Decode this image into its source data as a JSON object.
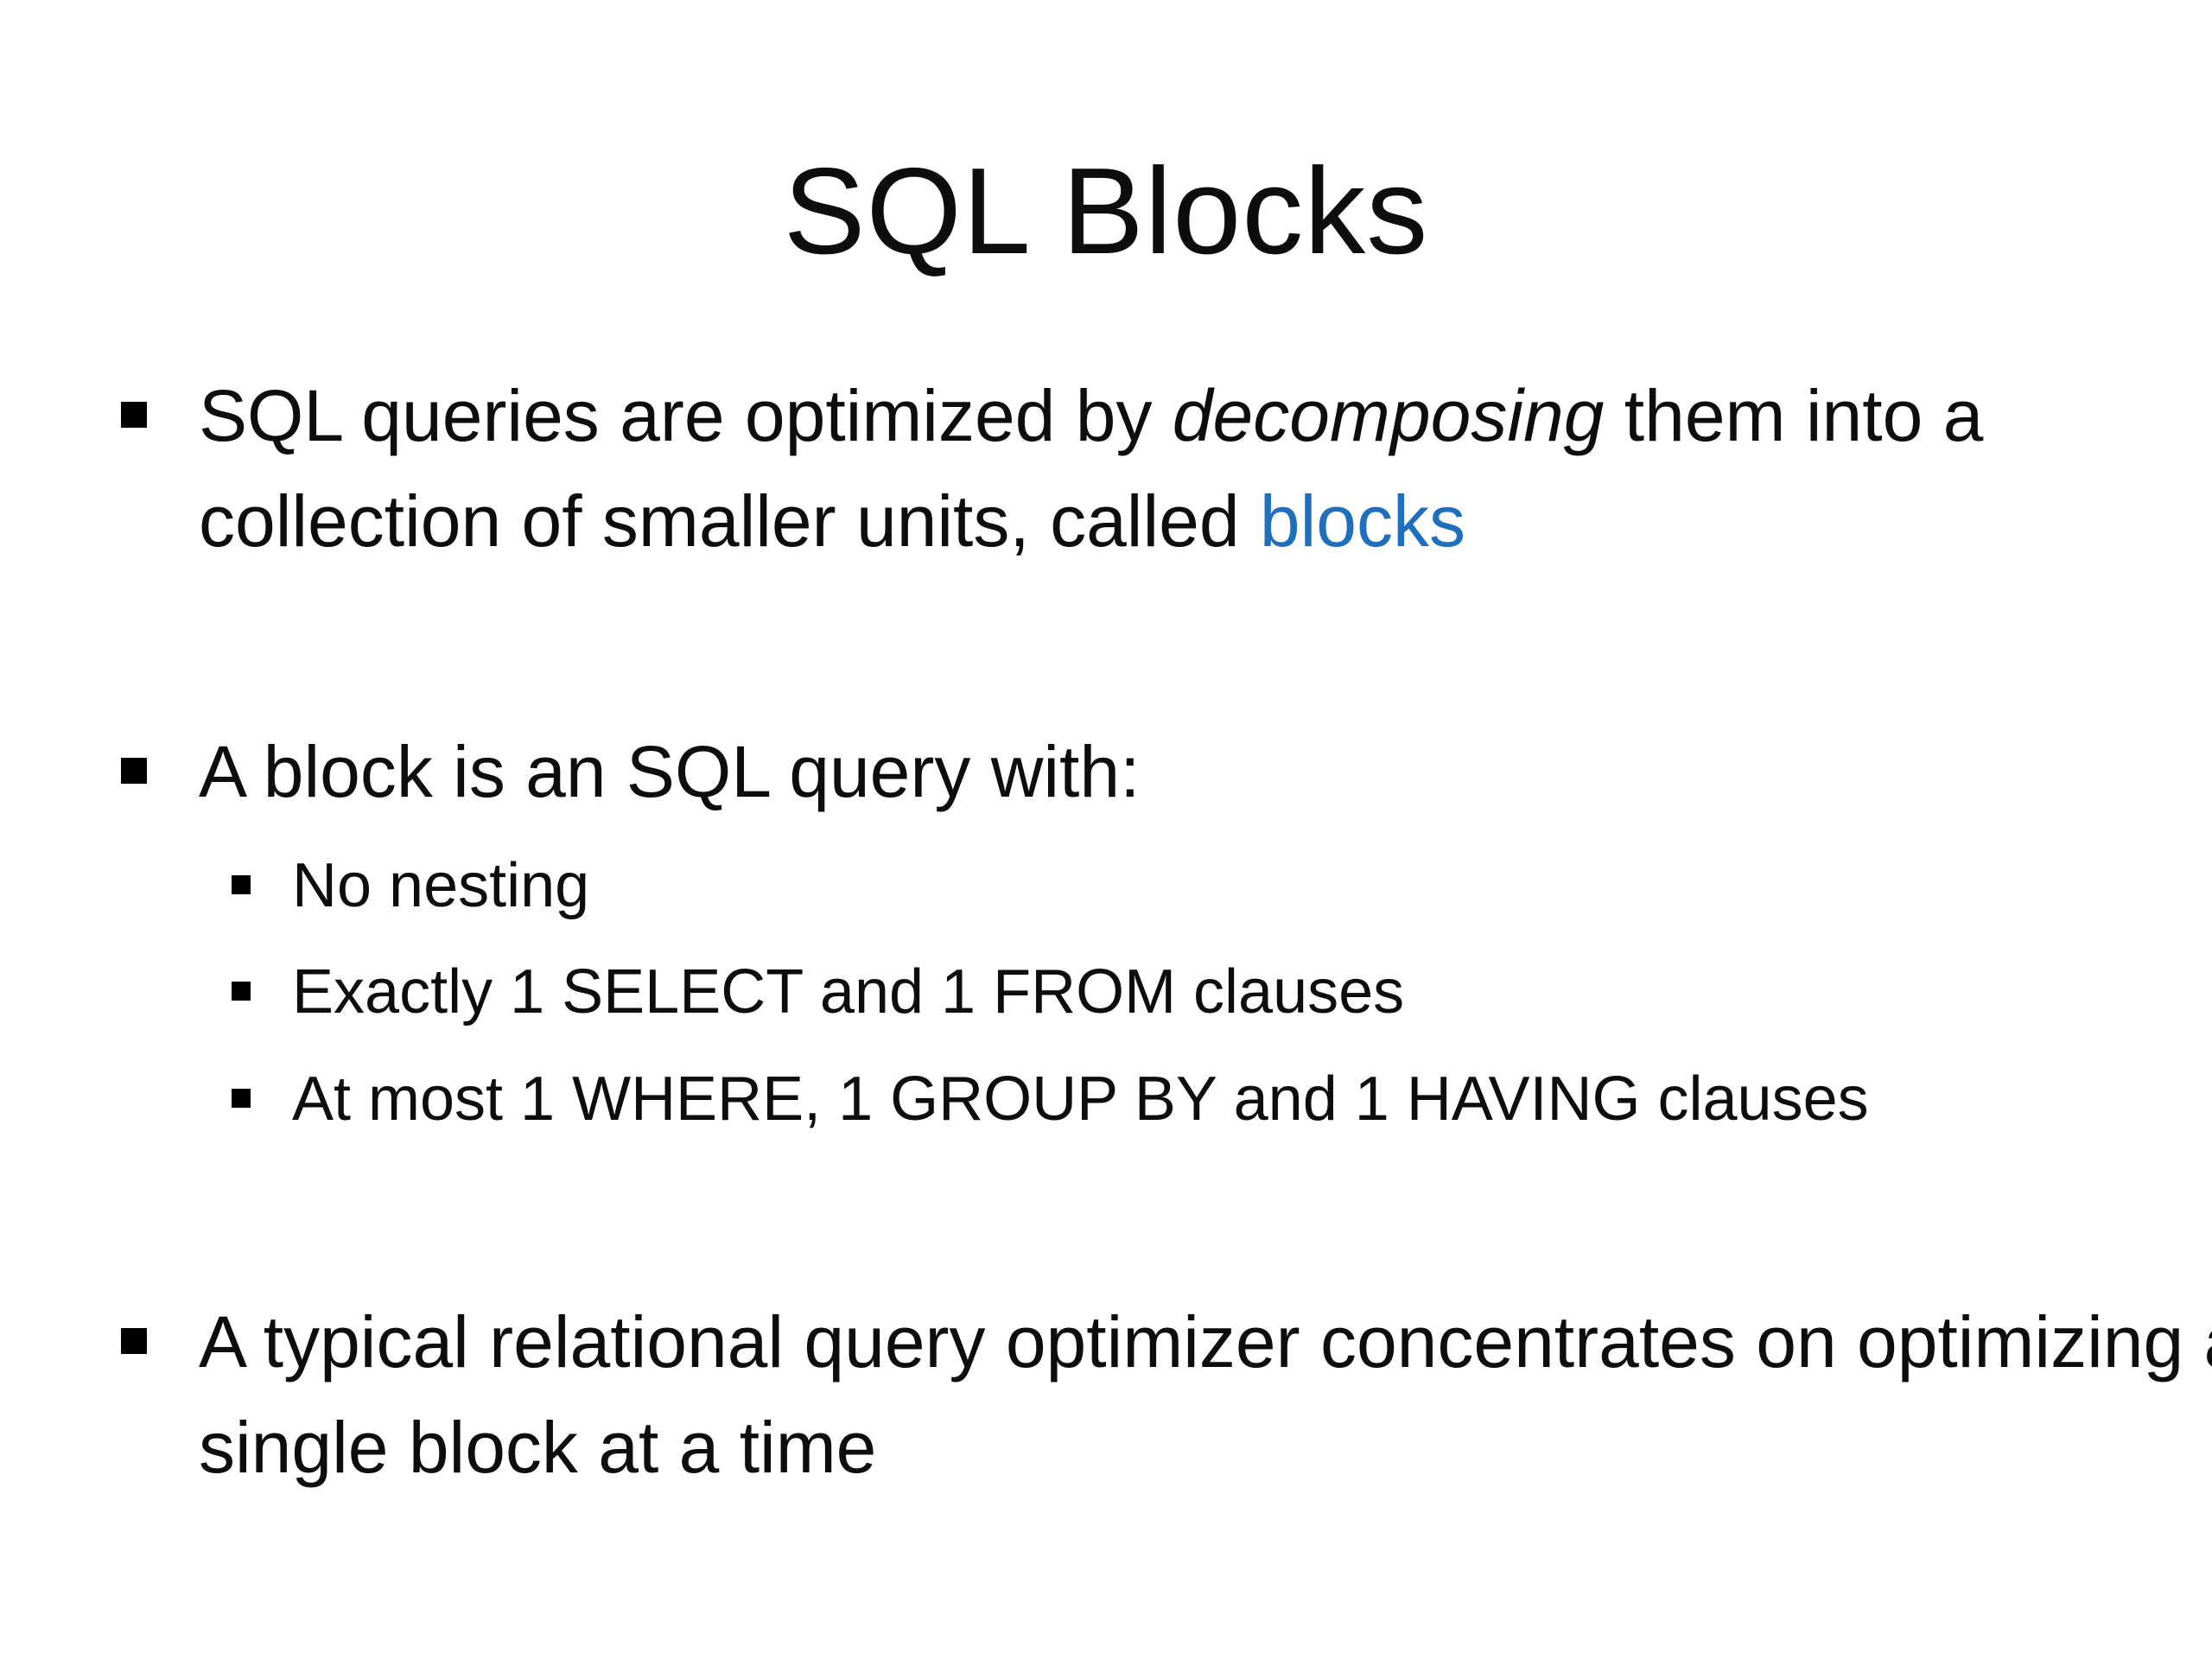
{
  "slide": {
    "title": "SQL Blocks",
    "bullets": [
      {
        "before": "SQL queries are optimized by ",
        "emphasis": "decomposing",
        "middle": " them into a collection of smaller units, called ",
        "highlight": "blocks"
      },
      {
        "text": "A block is an SQL query with:",
        "subitems": [
          "No nesting",
          "Exactly 1 SELECT and 1 FROM clauses",
          "At most 1 WHERE, 1 GROUP BY and 1 HAVING clauses"
        ]
      },
      {
        "text": "A typical relational query optimizer concentrates on optimizing a single block at a time"
      }
    ],
    "colors": {
      "text": "#0d0d0d",
      "highlight": "#1f6fbd",
      "background": "#ffffff"
    }
  }
}
